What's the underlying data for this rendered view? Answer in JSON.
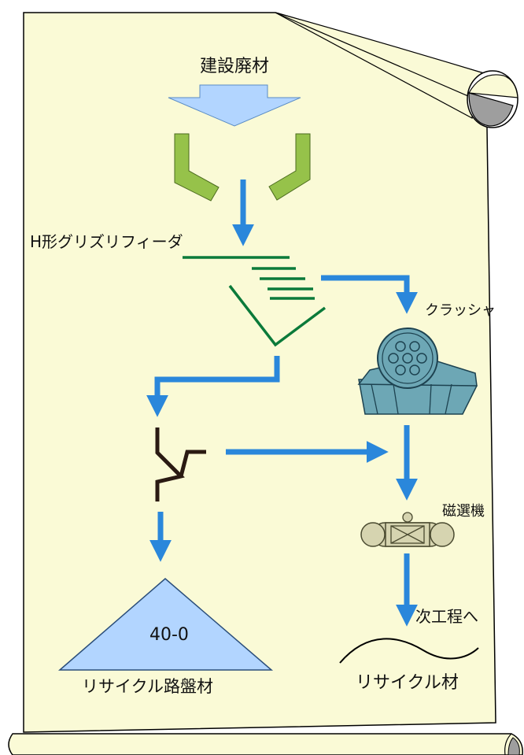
{
  "labels": {
    "input": "建設廃材",
    "feeder": "H形グリズリフィーダ",
    "crusher": "クラッシャ",
    "magnet": "磁選機",
    "next_step": "次工程へ",
    "pile_size": "40-0",
    "road_material": "リサイクル路盤材",
    "recycled_material": "リサイクル材"
  },
  "colors": {
    "paper": "#fafad6",
    "arrow": "#2a87db",
    "input_arrow": "#b2d5ff",
    "hopper": "#96c24a",
    "grizzly": "#0b7a3a",
    "crusher": "#6da7b5",
    "magnet": "#d6d4b0",
    "pile": "#b2d5ff",
    "splitter": "#2a1a12"
  }
}
